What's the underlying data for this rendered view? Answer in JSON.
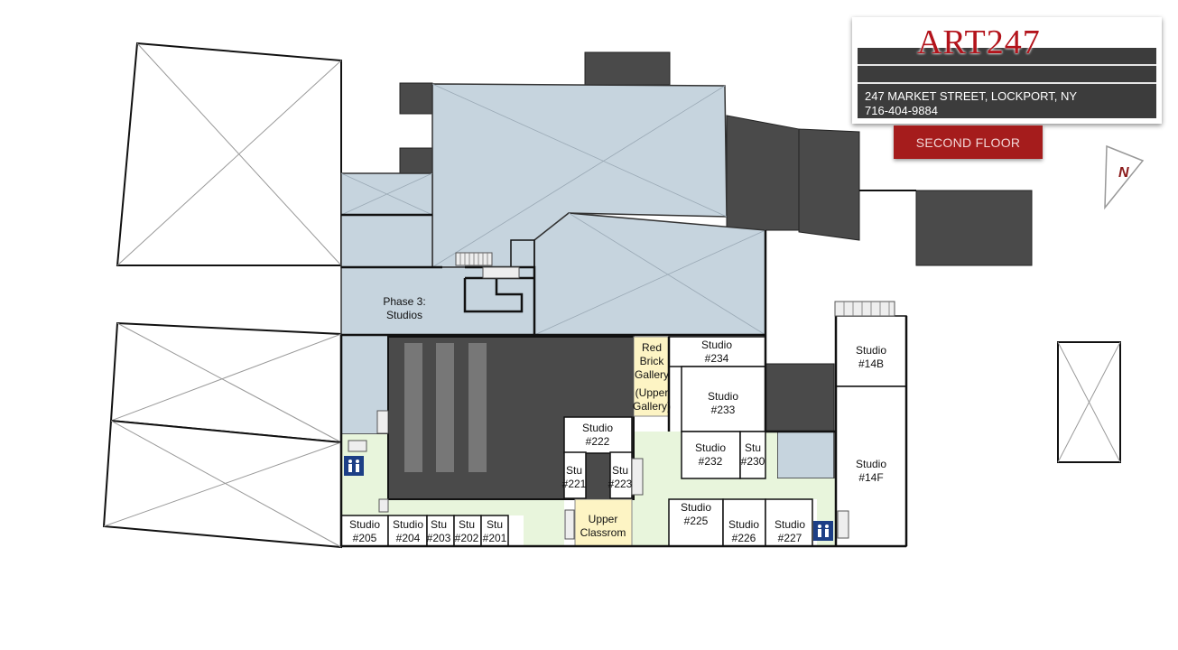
{
  "brand": {
    "name": "ART247",
    "address": "247 MARKET STREET, LOCKPORT, NY",
    "phone": "716-404-9884"
  },
  "floor_label": "SECOND FLOOR",
  "north_label": "N",
  "rooms": {
    "phase3": [
      "Phase 3:",
      "Studios"
    ],
    "gallery": [
      "Red",
      "Brick",
      "Gallery",
      "(Upper",
      "Gallery)"
    ],
    "s234": [
      "Studio",
      "#234"
    ],
    "s233": [
      "Studio",
      "#233"
    ],
    "s14b": [
      "Studio",
      "#14B"
    ],
    "s14f": [
      "Studio",
      "#14F"
    ],
    "s222": [
      "Studio",
      "#222"
    ],
    "s232": [
      "Studio",
      "#232"
    ],
    "s230": [
      "Stu",
      "#230"
    ],
    "s221": [
      "Stu",
      "#221"
    ],
    "s223": [
      "Stu",
      "#223"
    ],
    "classroom": [
      "Upper",
      "Classrom"
    ],
    "s225": [
      "Studio",
      "#225"
    ],
    "s226": [
      "Studio",
      "#226"
    ],
    "s227": [
      "Studio",
      "#227"
    ],
    "s205": [
      "Studio",
      "#205"
    ],
    "s204": [
      "Studio",
      "#204"
    ],
    "s203": [
      "Stu",
      "#203"
    ],
    "s202": [
      "Stu",
      "#202"
    ],
    "s201": [
      "Stu",
      "#201"
    ]
  },
  "colors": {
    "brand_red": "#b3131b",
    "badge_red": "#a51c1c",
    "phase3_blue": "#c6d4de",
    "hall_green": "#e8f5dc",
    "gallery_yellow": "#fdf4c4",
    "dark_block": "#4a4a4a",
    "restroom_blue": "#1d3f86"
  },
  "icons": [
    "restroom-icon",
    "north-arrow-icon"
  ]
}
